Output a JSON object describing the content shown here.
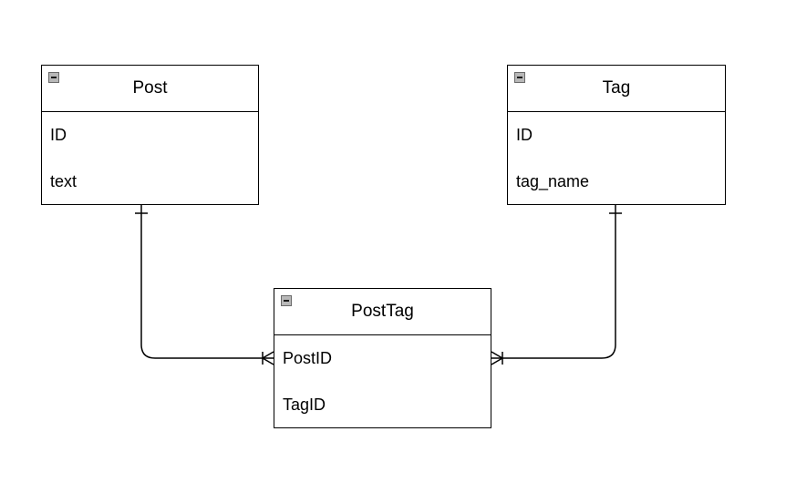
{
  "entities": {
    "post": {
      "title": "Post",
      "fields": [
        "ID",
        "text"
      ]
    },
    "tag": {
      "title": "Tag",
      "fields": [
        "ID",
        "tag_name"
      ]
    },
    "posttag": {
      "title": "PostTag",
      "fields": [
        "PostID",
        "TagID"
      ]
    }
  },
  "relationships": [
    {
      "from": "Post",
      "to": "PostTag",
      "from_cardinality": "one",
      "to_cardinality": "one-or-many"
    },
    {
      "from": "Tag",
      "to": "PostTag",
      "from_cardinality": "one",
      "to_cardinality": "one-or-many"
    }
  ]
}
